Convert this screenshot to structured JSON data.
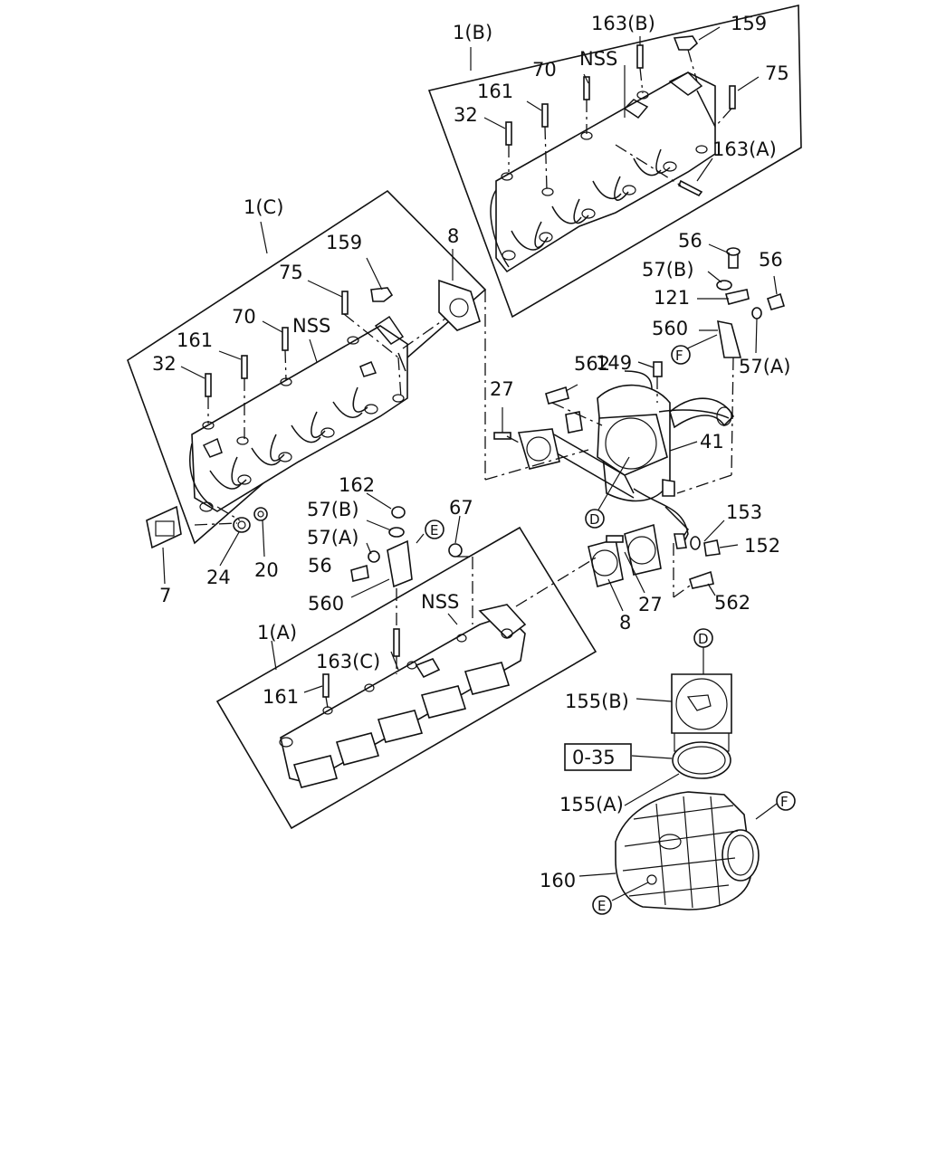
{
  "assemblies": {
    "manifold_b": "1(B)",
    "manifold_c": "1(C)",
    "manifold_a": "1(A)"
  },
  "callouts": {
    "b_163b": "163(B)",
    "b_159": "159",
    "b_70": "70",
    "b_nss": "NSS",
    "b_75": "75",
    "b_161": "161",
    "b_32": "32",
    "b_163a": "163(A)",
    "c_159": "159",
    "c_75": "75",
    "c_8": "8",
    "c_70": "70",
    "c_nss": "NSS",
    "c_161": "161",
    "c_32": "32",
    "c_7": "7",
    "c_24": "24",
    "c_20": "20",
    "r_56_top": "56",
    "r_57b": "57(B)",
    "r_56_right": "56",
    "r_121": "121",
    "r_560": "560",
    "r_149": "149",
    "r_562_top": "562",
    "r_57a": "57(A)",
    "r_27_left": "27",
    "r_41": "41",
    "r_153": "153",
    "r_152": "152",
    "r_27_right": "27",
    "r_8": "8",
    "r_562_bottom": "562",
    "a_162": "162",
    "a_57b": "57(B)",
    "a_57a": "57(A)",
    "a_67": "67",
    "a_56": "56",
    "a_560": "560",
    "a_nss": "NSS",
    "a_163c": "163(C)",
    "a_161": "161",
    "t_155b": "155(B)",
    "t_ref": "0-35",
    "t_155a": "155(A)",
    "t_160": "160"
  },
  "markers": {
    "d_inner": "D",
    "d_outer": "D",
    "e_inner": "E",
    "e_outer": "E",
    "f_inner": "F",
    "f_outer": "F"
  }
}
